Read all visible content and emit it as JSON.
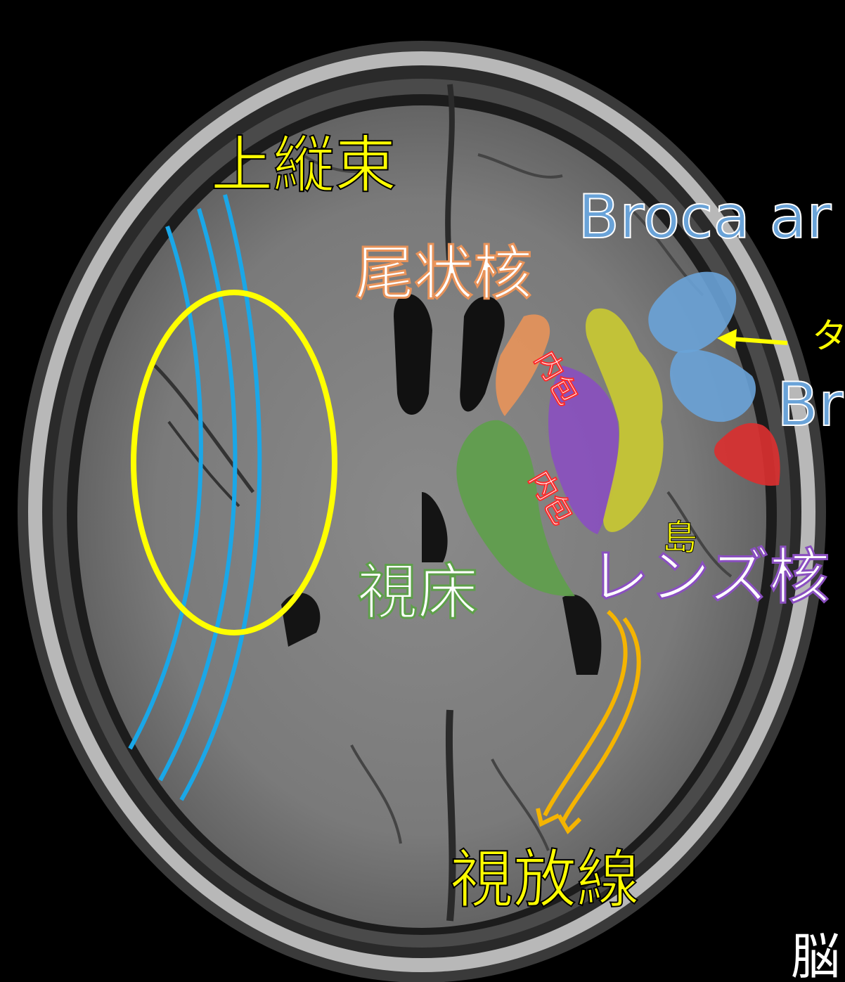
{
  "labels": {
    "slf": "上縦束",
    "caudate": "尾状核",
    "broca_area": "Broca ar",
    "broca_short": "Br",
    "ext_arrow_text": "タ",
    "internal_capsule_1": "内包",
    "internal_capsule_2": "内包",
    "insula": "島",
    "thalamus": "視床",
    "lentiform": "レンズ核",
    "optic_radiation": "視放線",
    "corner_glyph": "脳"
  },
  "colors": {
    "slf_ellipse": "#ffff00",
    "slf_lines": "#1aa7e8",
    "caudate": "#e8935a",
    "broca": "#6aa3d8",
    "red_area": "#d93030",
    "insula": "#c8c832",
    "lentiform": "#8a4fc0",
    "thalamus": "#5ea04a",
    "internal_capsule_text": "#ff2a2a",
    "optic_radiation": "#f5b400",
    "label_yellow": "#ffff00",
    "label_blue": "#5a9bd8"
  }
}
